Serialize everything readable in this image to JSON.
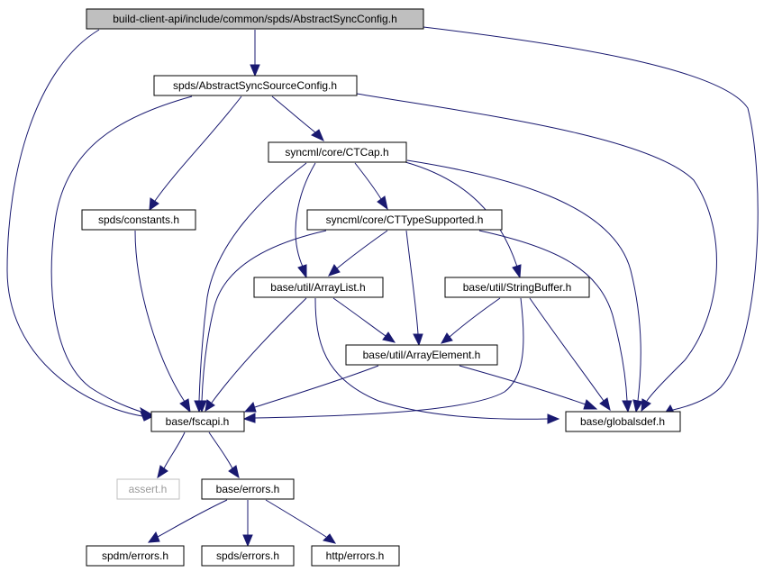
{
  "graph": {
    "colors": {
      "edge": "#191970",
      "node_border": "#000000",
      "root_fill": "#bfbfbf",
      "ghost_border": "#bfbfbf",
      "ghost_text": "#9a9a9a"
    },
    "nodes": [
      {
        "id": "root",
        "label": "build-client-api/include/common/spds/AbstractSyncConfig.h"
      },
      {
        "id": "asc",
        "label": "spds/AbstractSyncSourceConfig.h"
      },
      {
        "id": "ctcap",
        "label": "syncml/core/CTCap.h"
      },
      {
        "id": "constants",
        "label": "spds/constants.h"
      },
      {
        "id": "cttype",
        "label": "syncml/core/CTTypeSupported.h"
      },
      {
        "id": "arraylist",
        "label": "base/util/ArrayList.h"
      },
      {
        "id": "stringbuffer",
        "label": "base/util/StringBuffer.h"
      },
      {
        "id": "arrayelement",
        "label": "base/util/ArrayElement.h"
      },
      {
        "id": "fscapi",
        "label": "base/fscapi.h"
      },
      {
        "id": "globalsdef",
        "label": "base/globalsdef.h"
      },
      {
        "id": "assert",
        "label": "assert.h"
      },
      {
        "id": "errors",
        "label": "base/errors.h"
      },
      {
        "id": "spdm_errors",
        "label": "spdm/errors.h"
      },
      {
        "id": "spds_errors",
        "label": "spds/errors.h"
      },
      {
        "id": "http_errors",
        "label": "http/errors.h"
      }
    ],
    "edges": [
      {
        "from": "root",
        "to": "asc"
      },
      {
        "from": "root",
        "to": "fscapi"
      },
      {
        "from": "root",
        "to": "globalsdef"
      },
      {
        "from": "asc",
        "to": "ctcap"
      },
      {
        "from": "asc",
        "to": "constants"
      },
      {
        "from": "asc",
        "to": "fscapi"
      },
      {
        "from": "asc",
        "to": "globalsdef"
      },
      {
        "from": "ctcap",
        "to": "cttype"
      },
      {
        "from": "ctcap",
        "to": "arraylist"
      },
      {
        "from": "ctcap",
        "to": "stringbuffer"
      },
      {
        "from": "ctcap",
        "to": "fscapi"
      },
      {
        "from": "ctcap",
        "to": "globalsdef"
      },
      {
        "from": "constants",
        "to": "fscapi"
      },
      {
        "from": "cttype",
        "to": "arraylist"
      },
      {
        "from": "cttype",
        "to": "arrayelement"
      },
      {
        "from": "cttype",
        "to": "fscapi"
      },
      {
        "from": "cttype",
        "to": "globalsdef"
      },
      {
        "from": "arraylist",
        "to": "arrayelement"
      },
      {
        "from": "arraylist",
        "to": "fscapi"
      },
      {
        "from": "arraylist",
        "to": "globalsdef"
      },
      {
        "from": "stringbuffer",
        "to": "arrayelement"
      },
      {
        "from": "stringbuffer",
        "to": "fscapi"
      },
      {
        "from": "stringbuffer",
        "to": "globalsdef"
      },
      {
        "from": "arrayelement",
        "to": "fscapi"
      },
      {
        "from": "arrayelement",
        "to": "globalsdef"
      },
      {
        "from": "fscapi",
        "to": "assert"
      },
      {
        "from": "fscapi",
        "to": "errors"
      },
      {
        "from": "errors",
        "to": "spdm_errors"
      },
      {
        "from": "errors",
        "to": "spds_errors"
      },
      {
        "from": "errors",
        "to": "http_errors"
      }
    ]
  }
}
